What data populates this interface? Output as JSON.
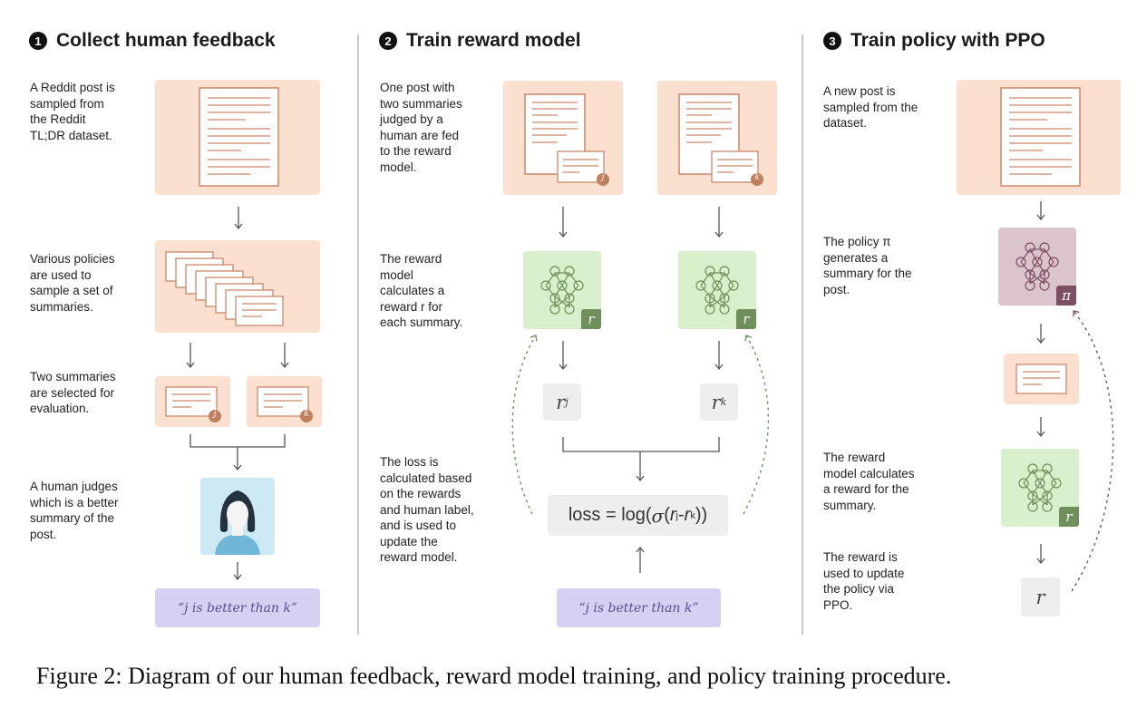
{
  "step1": {
    "number": "1",
    "title": "Collect human feedback",
    "desc_post": "A Reddit post is\nsampled from\nthe Reddit\nTL;DR dataset.",
    "desc_policies": "Various policies\nare used to\nsample a set of\nsummaries.",
    "desc_select": "Two summaries\nare selected for\nevaluation.",
    "desc_judge": "A human judges\nwhich is a better\nsummary of the\npost.",
    "badge_j": "j",
    "badge_k": "k",
    "judgement": "“j is better than k”"
  },
  "step2": {
    "number": "2",
    "title": "Train reward model",
    "desc_fed": "One post with\ntwo summaries\njudged by a\nhuman are fed\nto the reward\nmodel.",
    "desc_reward": "The reward\nmodel\ncalculates a\nreward r for\neach summary.",
    "desc_loss": "The loss is\ncalculated based\non the rewards\nand human label,\nand is used to\nupdate the\nreward model.",
    "badge_j": "j",
    "badge_k": "k",
    "model_badge": "r",
    "r_symbol": "r",
    "sub_j": "j",
    "sub_k": "k",
    "loss_prefix": "loss = log(",
    "loss_sigma": "σ",
    "loss_open": "(",
    "loss_minus": " - ",
    "loss_close": "))",
    "judgement": "“j is better than k”"
  },
  "step3": {
    "number": "3",
    "title": "Train policy with PPO",
    "desc_post": "A new post is\nsampled from the\ndataset.",
    "desc_policy": "The policy π\ngenerates a\nsummary for the\npost.",
    "desc_reward": "The reward\nmodel calculates\na reward for the\nsummary.",
    "desc_update": "The reward is\nused to update\nthe policy via\nPPO.",
    "policy_badge": "π",
    "model_badge": "r",
    "r_symbol": "r"
  },
  "caption": "Figure 2: Diagram of our human feedback, reward model training, and policy training procedure.",
  "colors": {
    "peach": "#fbdfcf",
    "green": "#d9f0cd",
    "mauve": "#dcc4cd",
    "lavender": "#d7d0f3",
    "grey": "#eeeeee",
    "doc_line": "#c9876a",
    "badge_orange": "#c0805e",
    "badge_green": "#6f8f5c",
    "badge_mauve": "#7d4f64"
  }
}
